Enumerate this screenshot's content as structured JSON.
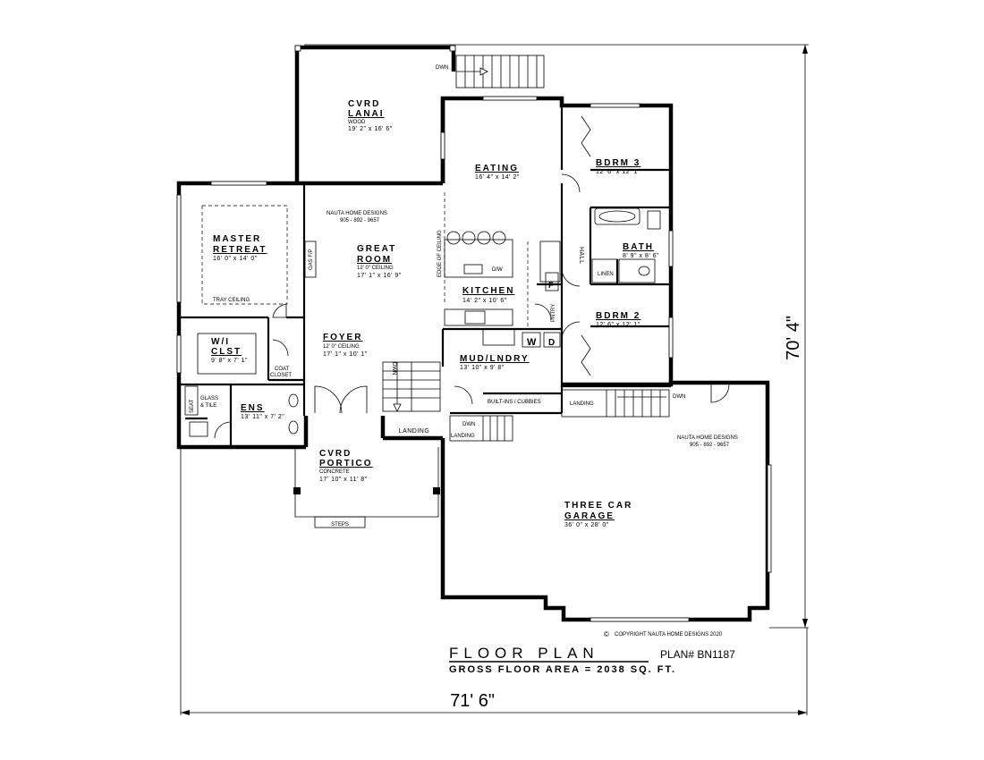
{
  "rooms": {
    "lanai": {
      "name_line1": "CVRD",
      "name_line2": "LANAI",
      "material": "WOOD",
      "size": "19' 2\" x 16' 6\""
    },
    "eating": {
      "name": "EATING",
      "size": "16' 4\" x 14' 2\""
    },
    "bdrm3": {
      "name": "BDRM 3",
      "size": "12' 6\" x 12' 1\""
    },
    "bath": {
      "name": "BATH",
      "size": "8' 9\" x 8' 6\"",
      "linen": "LINEN"
    },
    "hall": {
      "name": "HALL"
    },
    "master": {
      "name_line1": "MASTER",
      "name_line2": "RETREAT",
      "size": "16' 0\" x 14' 0\"",
      "note": "TRAY CEILING"
    },
    "great_room": {
      "name_line1": "GREAT",
      "name_line2": "ROOM",
      "ceiling": "12' 0\" CEILING",
      "size": "17' 1\" x 16' 9\""
    },
    "kitchen": {
      "name": "KITCHEN",
      "size": "14' 2\" x 10' 6\"",
      "dw": "D/W",
      "fridge": "F",
      "pantry": "PNTRY"
    },
    "bdrm2": {
      "name": "BDRM 2",
      "size": "12' 6\" x 12' 1\""
    },
    "wic": {
      "name_line1": "W/I",
      "name_line2": "CLST",
      "size": "9' 8\" x 7' 1\""
    },
    "foyer": {
      "name": "FOYER",
      "ceiling": "12' 0\" CEILING",
      "size": "17' 1\" x 10' 1\""
    },
    "coat": {
      "line1": "COAT",
      "line2": "CLOSET"
    },
    "mud": {
      "name": "MUD/LNDRY",
      "size": "13' 10\" x 9' 8\"",
      "washer": "W",
      "dryer": "D",
      "builtins": "BUILT-INS / CUBBIES"
    },
    "ens": {
      "name": "ENS",
      "size": "13' 11\" x 7' 2\"",
      "seat": "SEAT",
      "glass_line1": "GLASS",
      "glass_line2": "& TILE"
    },
    "portico": {
      "name_line1": "CVRD",
      "name_line2": "PORTICO",
      "material": "CONCRETE",
      "size": "17' 10\" x 11' 8\"",
      "steps": "STEPS"
    },
    "garage": {
      "name_line1": "THREE CAR",
      "name_line2": "GARAGE",
      "size": "36' 0\" x 28' 0\""
    }
  },
  "labels": {
    "gas_fp": "GAS F/P",
    "edge_ceiling": "EDGE OF CEILING",
    "landing": "LANDING",
    "dwn": "DWN",
    "designer": "NAUTA HOME DESIGNS",
    "phone": "905 - 892 - 9657",
    "copyright": "COPYRIGHT NAUTA HOME DESIGNS 2020",
    "copyright_symbol": "©"
  },
  "title": {
    "main": "FLOOR PLAN",
    "plan_no": "PLAN# BN1187",
    "area": "GROSS FLOOR AREA = 2038 SQ. FT."
  },
  "dimensions": {
    "width": "71' 6\"",
    "depth": "70' 4\""
  }
}
